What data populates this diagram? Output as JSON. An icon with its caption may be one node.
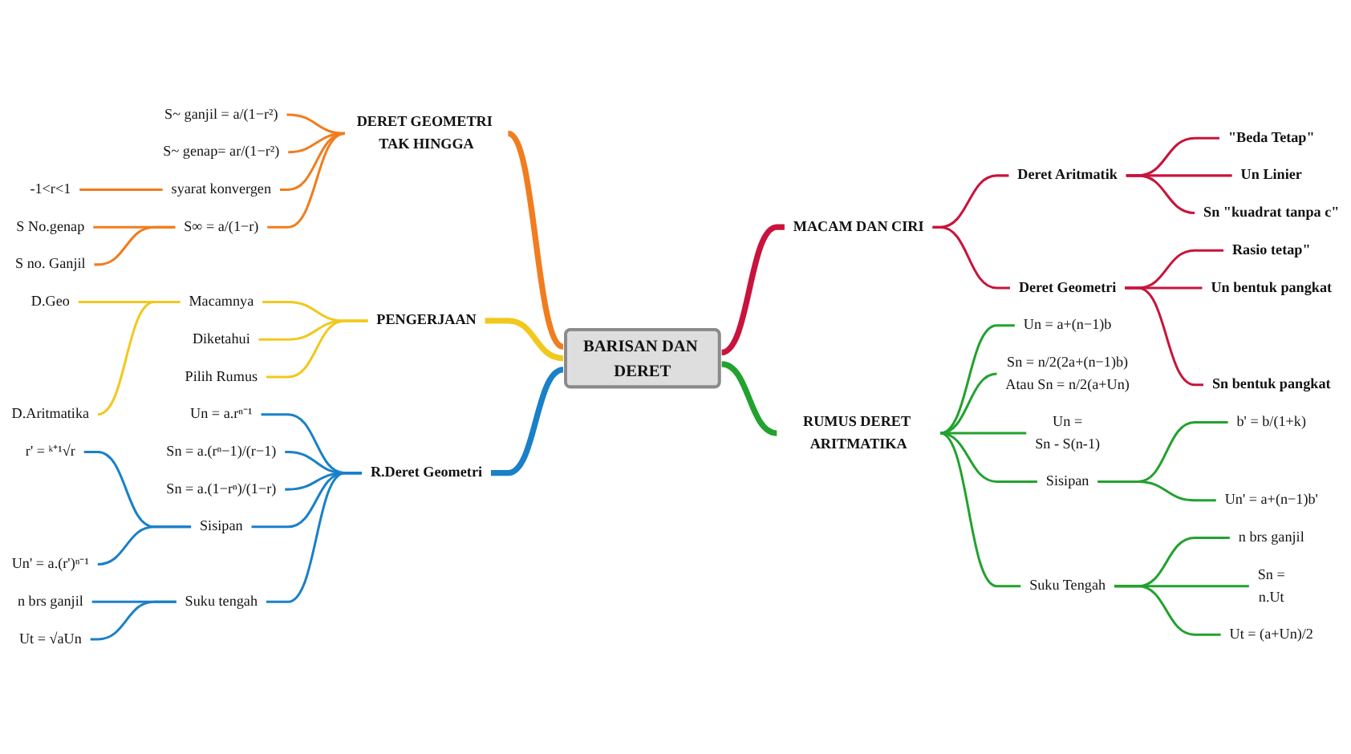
{
  "diagram": {
    "nodes": [
      {
        "text": [
          "BARISAN DAN DERET"
        ]
      },
      {
        "text": [
          "DERET GEOMETRI TAK HINGGA"
        ]
      },
      {
        "text": [
          "S~ ganjil = a/(1−r²)"
        ]
      },
      {
        "text": [
          "S~ genap= ar/(1−r²)"
        ]
      },
      {
        "text": [
          "syarat konvergen"
        ]
      },
      {
        "text": [
          "-1<r<1"
        ]
      },
      {
        "text": [
          "S∞ = a/(1−r)"
        ]
      },
      {
        "text": [
          "S No.genap"
        ]
      },
      {
        "text": [
          "S no. Ganjil"
        ]
      },
      {
        "text": [
          "MACAM DAN CIRI"
        ]
      },
      {
        "text": [
          "Deret Aritmatik"
        ]
      },
      {
        "text": [
          "\"Beda Tetap\""
        ]
      },
      {
        "text": [
          "Un Linier"
        ]
      },
      {
        "text": [
          "Sn \"kuadrat tanpa c\""
        ]
      },
      {
        "text": [
          "Deret Geometri"
        ]
      },
      {
        "text": [
          "Rasio tetap\""
        ]
      },
      {
        "text": [
          "Un bentuk pangkat"
        ]
      },
      {
        "text": [
          "Sn bentuk pangkat"
        ]
      },
      {
        "text": [
          "PENGERJAAN"
        ]
      },
      {
        "text": [
          "Macamnya"
        ]
      },
      {
        "text": [
          "D.Geo"
        ]
      },
      {
        "text": [
          "D.Aritmatika"
        ]
      },
      {
        "text": [
          "Diketahui"
        ]
      },
      {
        "text": [
          "Pilih Rumus"
        ]
      },
      {
        "text": [
          "RUMUS DERET ARITMATIKA"
        ]
      },
      {
        "text": [
          "Un = a+(n−1)b"
        ]
      },
      {
        "text": [
          "Sn = n/2(2a+(n−1)b)",
          "Atau Sn = n/2(a+Un)"
        ]
      },
      {
        "text": [
          "Un =",
          "Sn - S(n-1)"
        ]
      },
      {
        "text": [
          "Sisipan"
        ]
      },
      {
        "text": [
          "b' = b/(1+k)"
        ]
      },
      {
        "text": [
          "Un' = a+(n−1)b'"
        ]
      },
      {
        "text": [
          "Suku Tengah"
        ]
      },
      {
        "text": [
          "n brs ganjil"
        ]
      },
      {
        "text": [
          "Sn =",
          "n.Ut"
        ]
      },
      {
        "text": [
          "Ut = (a+Un)/2"
        ]
      },
      {
        "text": [
          "R.Deret Geometri"
        ]
      },
      {
        "text": [
          "Un = a.rⁿ⁻¹"
        ]
      },
      {
        "text": [
          "Sn = a.(rⁿ−1)/(r−1)"
        ]
      },
      {
        "text": [
          "Sn = a.(1−rⁿ)/(1−r)"
        ]
      },
      {
        "text": [
          "Sisipan"
        ]
      },
      {
        "text": [
          "r' = ᵏ⁺¹√r"
        ]
      },
      {
        "text": [
          "Un' = a.(r')ⁿ⁻¹"
        ]
      },
      {
        "text": [
          "Suku tengah"
        ]
      },
      {
        "text": [
          "n brs ganjil"
        ]
      },
      {
        "text": [
          "Ut = √aUn"
        ]
      }
    ],
    "edges": [
      {
        "from": 1,
        "to": 0,
        "arrow": "none",
        "style": "thick",
        "color": "#f07d1e"
      },
      {
        "from": 2,
        "to": 1,
        "arrow": "none",
        "color": "#f07d1e"
      },
      {
        "from": 3,
        "to": 1,
        "arrow": "none",
        "color": "#f07d1e"
      },
      {
        "from": 4,
        "to": 1,
        "arrow": "none",
        "color": "#f07d1e"
      },
      {
        "from": 5,
        "to": 4,
        "arrow": "none",
        "color": "#f07d1e"
      },
      {
        "from": 6,
        "to": 1,
        "arrow": "none",
        "color": "#f07d1e"
      },
      {
        "from": 7,
        "to": 6,
        "arrow": "none",
        "color": "#f07d1e"
      },
      {
        "from": 8,
        "to": 6,
        "arrow": "none",
        "color": "#f07d1e"
      },
      {
        "from": 0,
        "to": 9,
        "arrow": "none",
        "style": "thick",
        "color": "#c8143c"
      },
      {
        "from": 9,
        "to": 10,
        "arrow": "none",
        "color": "#c8143c"
      },
      {
        "from": 10,
        "to": 11,
        "arrow": "none",
        "color": "#c8143c"
      },
      {
        "from": 10,
        "to": 12,
        "arrow": "none",
        "color": "#c8143c"
      },
      {
        "from": 10,
        "to": 13,
        "arrow": "none",
        "color": "#c8143c"
      },
      {
        "from": 9,
        "to": 14,
        "arrow": "none",
        "color": "#c8143c"
      },
      {
        "from": 14,
        "to": 15,
        "arrow": "none",
        "color": "#c8143c"
      },
      {
        "from": 14,
        "to": 16,
        "arrow": "none",
        "color": "#c8143c"
      },
      {
        "from": 14,
        "to": 17,
        "arrow": "none",
        "color": "#c8143c"
      },
      {
        "from": 18,
        "to": 0,
        "arrow": "none",
        "style": "thick",
        "color": "#f2c81e"
      },
      {
        "from": 19,
        "to": 18,
        "arrow": "none",
        "color": "#f2c81e"
      },
      {
        "from": 20,
        "to": 19,
        "arrow": "none",
        "color": "#f2c81e"
      },
      {
        "from": 21,
        "to": 19,
        "arrow": "none",
        "color": "#f2c81e"
      },
      {
        "from": 22,
        "to": 18,
        "arrow": "none",
        "color": "#f2c81e"
      },
      {
        "from": 23,
        "to": 18,
        "arrow": "none",
        "color": "#f2c81e"
      },
      {
        "from": 0,
        "to": 24,
        "arrow": "none",
        "style": "thick",
        "color": "#22a22e"
      },
      {
        "from": 24,
        "to": 25,
        "arrow": "none",
        "color": "#22a22e"
      },
      {
        "from": 24,
        "to": 26,
        "arrow": "none",
        "color": "#22a22e"
      },
      {
        "from": 24,
        "to": 27,
        "arrow": "none",
        "color": "#22a22e"
      },
      {
        "from": 24,
        "to": 28,
        "arrow": "none",
        "color": "#22a22e"
      },
      {
        "from": 28,
        "to": 29,
        "arrow": "none",
        "color": "#22a22e"
      },
      {
        "from": 28,
        "to": 30,
        "arrow": "none",
        "color": "#22a22e"
      },
      {
        "from": 24,
        "to": 31,
        "arrow": "none",
        "color": "#22a22e"
      },
      {
        "from": 31,
        "to": 32,
        "arrow": "none",
        "color": "#22a22e"
      },
      {
        "from": 31,
        "to": 33,
        "arrow": "none",
        "color": "#22a22e"
      },
      {
        "from": 31,
        "to": 34,
        "arrow": "none",
        "color": "#22a22e"
      },
      {
        "from": 35,
        "to": 0,
        "arrow": "none",
        "style": "thick",
        "color": "#1a80c8"
      },
      {
        "from": 36,
        "to": 35,
        "arrow": "none",
        "color": "#1a80c8"
      },
      {
        "from": 37,
        "to": 35,
        "arrow": "none",
        "color": "#1a80c8"
      },
      {
        "from": 38,
        "to": 35,
        "arrow": "none",
        "color": "#1a80c8"
      },
      {
        "from": 39,
        "to": 35,
        "arrow": "none",
        "color": "#1a80c8"
      },
      {
        "from": 40,
        "to": 39,
        "arrow": "none",
        "color": "#1a80c8"
      },
      {
        "from": 41,
        "to": 39,
        "arrow": "none",
        "color": "#1a80c8"
      },
      {
        "from": 42,
        "to": 35,
        "arrow": "none",
        "color": "#1a80c8"
      },
      {
        "from": 43,
        "to": 42,
        "arrow": "none",
        "color": "#1a80c8"
      },
      {
        "from": 44,
        "to": 42,
        "arrow": "none",
        "color": "#1a80c8"
      }
    ]
  }
}
